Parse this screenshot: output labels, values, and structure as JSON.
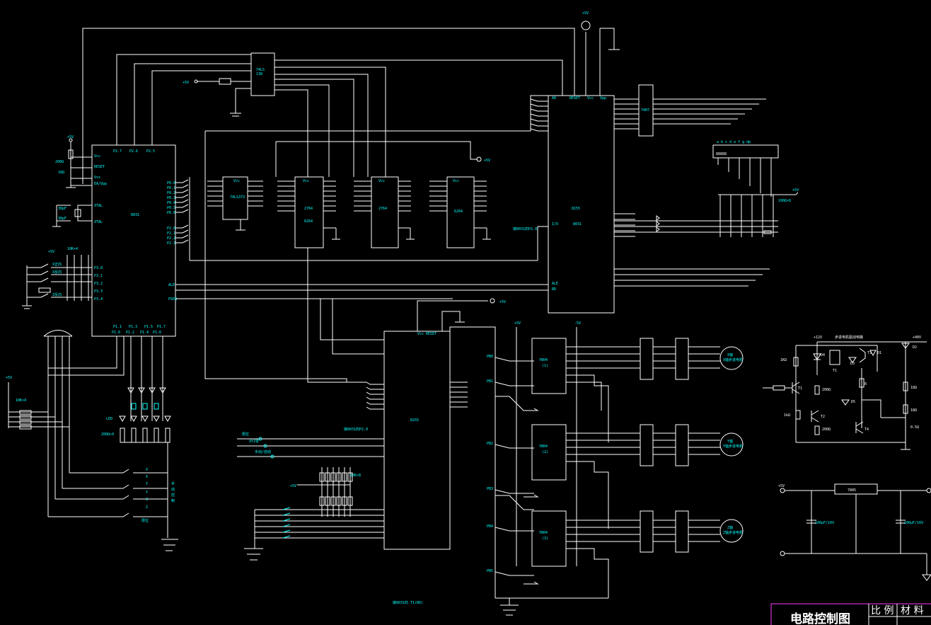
{
  "title_block": {
    "title": "电路控制图",
    "col_scale": "比 例",
    "col_material": "材 料"
  },
  "labels": {
    "vcc": "+5V",
    "mcu": "8031",
    "latch": "74LS373",
    "decoder": "74LS138",
    "ppi": "8155",
    "ppi2": "8255",
    "eprom": "2764",
    "ram": "6264",
    "crystal": "XTAL",
    "reset": "RESET",
    "motor_x": "X轴步进电机",
    "motor_y": "Y轴步进电机",
    "motor_z": "Z轴步进电机",
    "keyboard_res": "10K×4",
    "led_res": "200Ω×4",
    "right_circuit_title": "步进电机驱动电路",
    "supply_hv": "+40V",
    "power_reg": "7805",
    "cap": "100μF/16V",
    "led": "LED",
    "r100": "100Ω×6",
    "d_x": "X",
    "d_y": "Y",
    "d_z": "Z",
    "limit": "限位",
    "ctl": "手动控制"
  }
}
